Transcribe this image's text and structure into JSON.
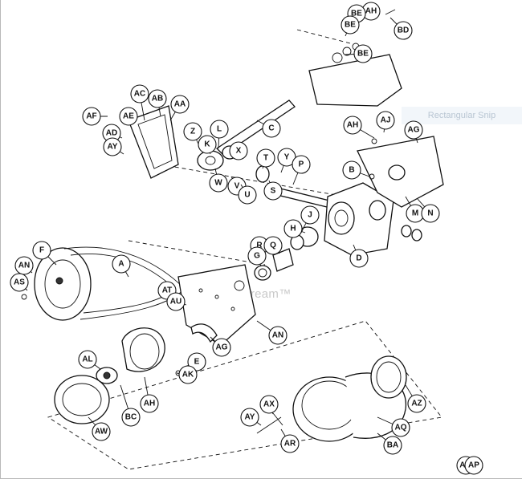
{
  "snip_tag": "Rectangular Snip",
  "watermark": "ARI PartStream™",
  "callouts": [
    "AH",
    "BE",
    "BE",
    "BD",
    "BE",
    "AC",
    "AB",
    "AA",
    "AF",
    "AE",
    "AD",
    "AY",
    "Z",
    "L",
    "C",
    "K",
    "X",
    "AH",
    "AJ",
    "AG",
    "T",
    "Y",
    "P",
    "W",
    "V",
    "U",
    "S",
    "B",
    "M",
    "N",
    "H",
    "J",
    "R",
    "Q",
    "G",
    "D",
    "F",
    "A",
    "AN",
    "AS",
    "AT",
    "AU",
    "AN",
    "AL",
    "AG",
    "E",
    "AK",
    "AH",
    "BC",
    "AW",
    "AZ",
    "AX",
    "AY",
    "AQ",
    "AR",
    "BA",
    "AM",
    "AP"
  ]
}
